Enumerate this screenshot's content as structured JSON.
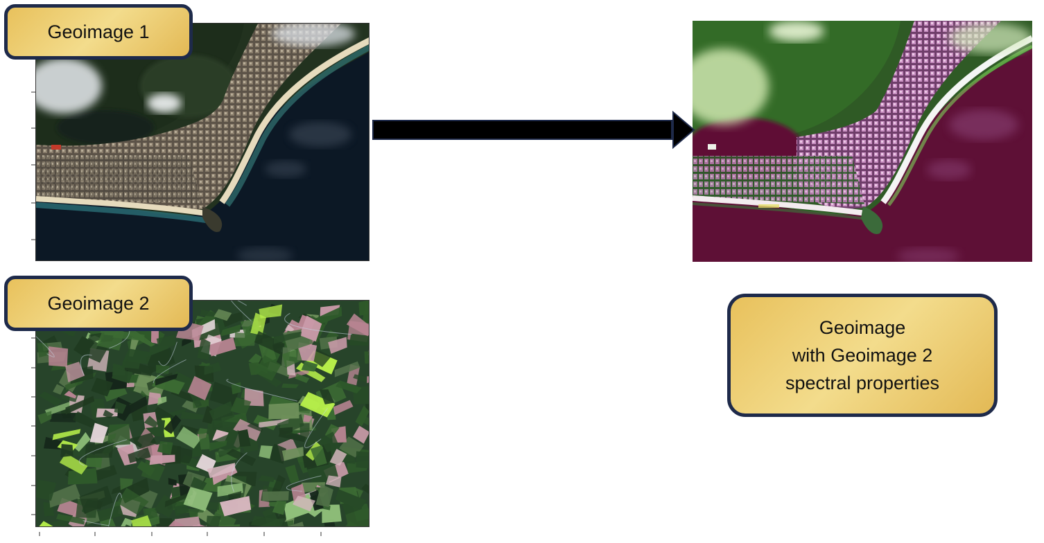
{
  "labels": {
    "geoimage1": "Geoimage 1",
    "geoimage2": "Geoimage 2",
    "result_line1": "Geoimage",
    "result_line2": "with Geoimage 2",
    "result_line3": "spectral properties"
  },
  "images": {
    "geoimage1": "coastal-city-satellite-image",
    "geoimage2": "agricultural-fields-satellite-image",
    "result": "coastal-city-recolored-satellite-image"
  },
  "colors": {
    "label_fill": "#eccb6e",
    "label_border": "#1e2a4a",
    "arrow": "#000000",
    "ocean_dark": "#0b1622",
    "ocean_magenta": "#5e1036",
    "field_green": "#2f5a2a",
    "field_pink": "#c99aa8",
    "field_lime": "#b7ef4a"
  }
}
